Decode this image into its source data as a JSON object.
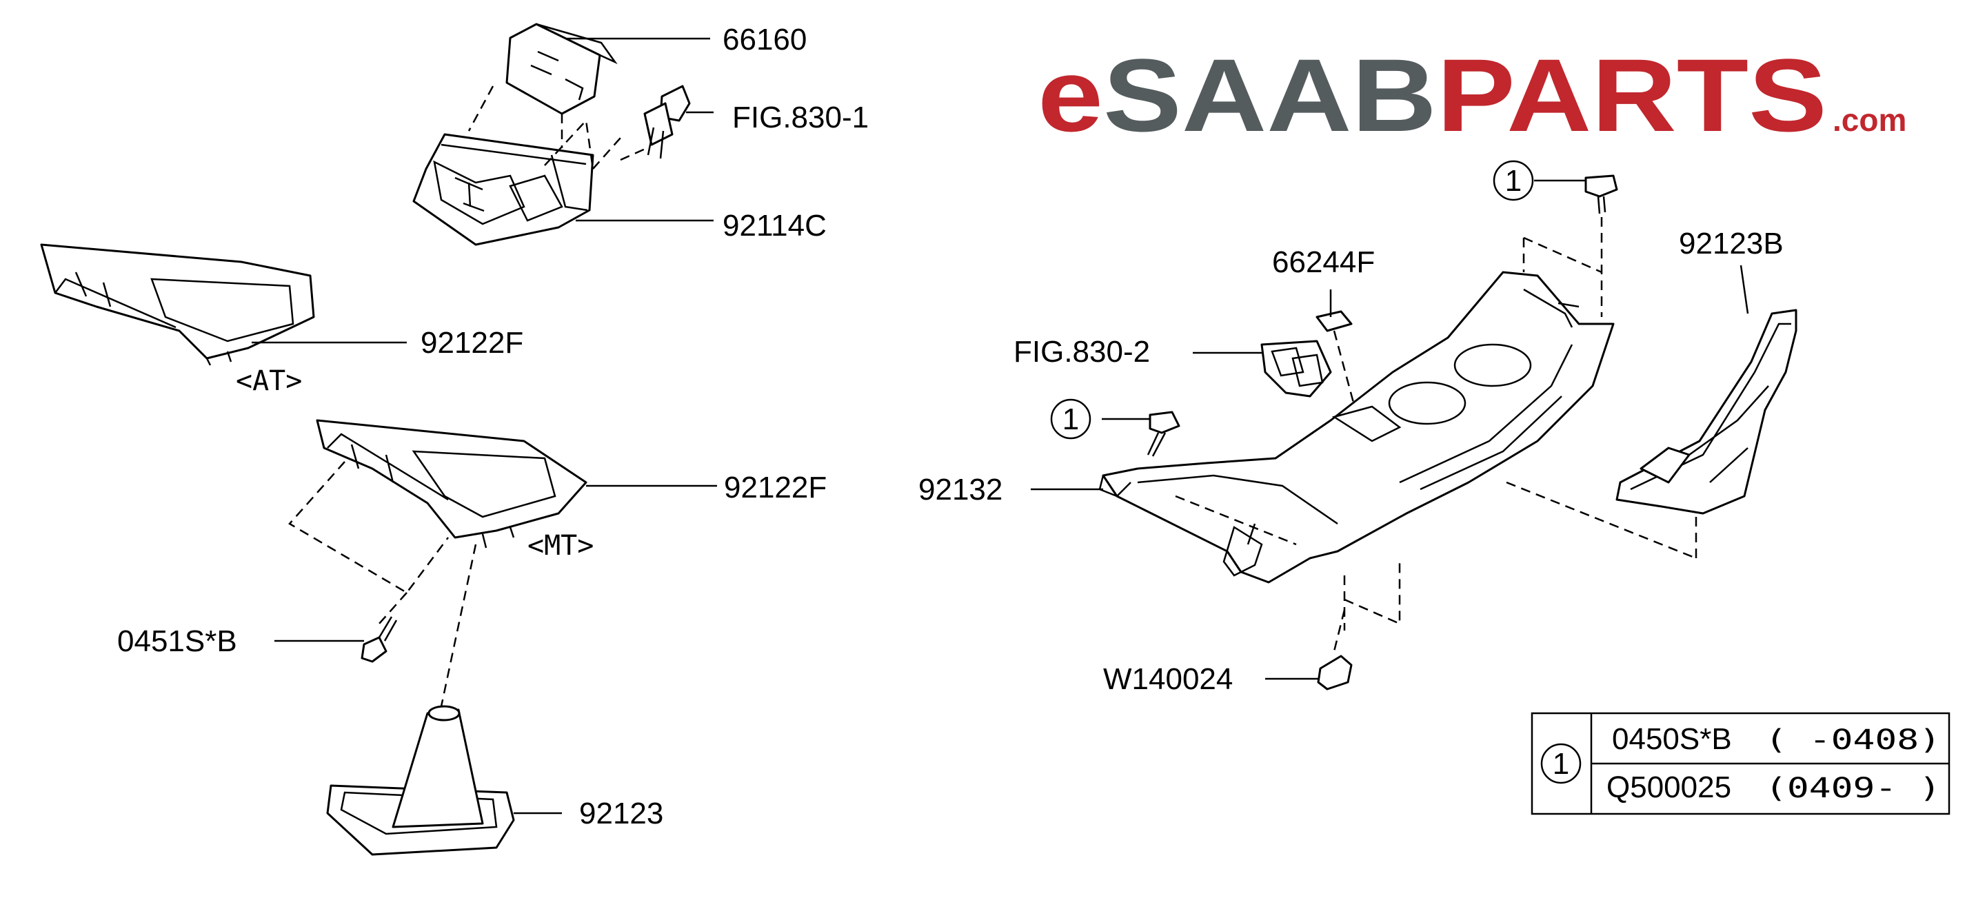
{
  "logo": {
    "prefix": "e",
    "brand": "SAAB",
    "suffix": "PARTS",
    "tld": ".com",
    "colors": {
      "red": "#c1272d",
      "gray": "#555c5e"
    }
  },
  "callouts": {
    "p66160": "66160",
    "fig830_1": "FIG.830-1",
    "p92114c": "92114C",
    "p92122f_at": "92122F",
    "variant_at": "<AT>",
    "p92122f_mt": "92122F",
    "variant_mt": "<MT>",
    "p0451sb": "0451S*B",
    "p92123": "92123",
    "p66244f": "66244F",
    "fig830_2": "FIG.830-2",
    "p92132": "92132",
    "p92123b": "92123B",
    "pw140024": "W140024",
    "ref1_a": "1",
    "ref1_b": "1"
  },
  "legend": {
    "ref": "1",
    "rows": [
      {
        "part": "0450S*B",
        "range": "(  -0408)"
      },
      {
        "part": "Q500025",
        "range": "(0409-  )"
      }
    ]
  }
}
